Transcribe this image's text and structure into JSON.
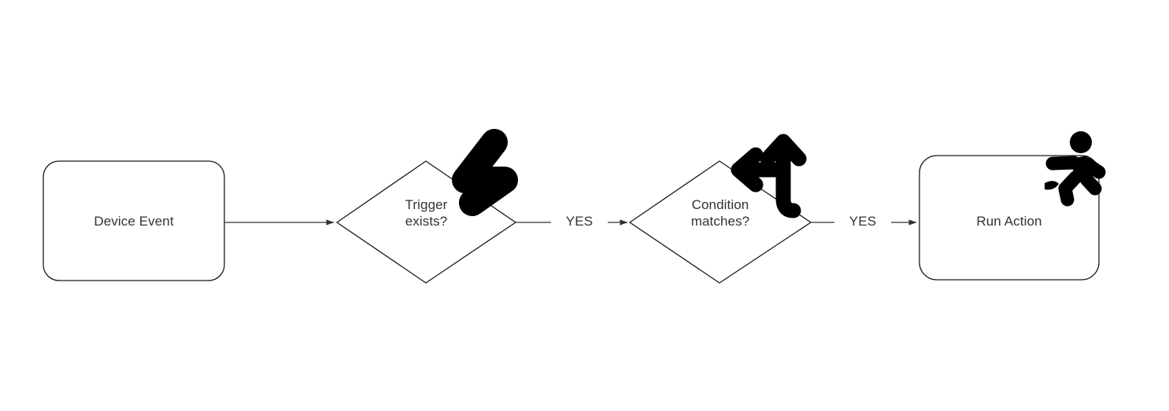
{
  "diagram": {
    "type": "flowchart",
    "orientation": "left-to-right",
    "background_color": "#ffffff",
    "stroke_color": "#1a1a1a",
    "text_color": "#333333",
    "icon_color": "#000000",
    "nodes": [
      {
        "id": "device-event",
        "shape": "rounded-rectangle",
        "label": "Device Event",
        "icon": null
      },
      {
        "id": "trigger-exists",
        "shape": "diamond",
        "label": "Trigger\nexists?",
        "icon": "lightning-bolt-icon"
      },
      {
        "id": "condition-matches",
        "shape": "diamond",
        "label": "Condition\nmatches?",
        "icon": "branch-arrows-icon"
      },
      {
        "id": "run-action",
        "shape": "rounded-rectangle",
        "label": "Run Action",
        "icon": "running-person-icon"
      }
    ],
    "edges": [
      {
        "id": "edge-1",
        "from": "device-event",
        "to": "trigger-exists",
        "label": ""
      },
      {
        "id": "edge-2",
        "from": "trigger-exists",
        "to": "condition-matches",
        "label": "YES"
      },
      {
        "id": "edge-3",
        "from": "condition-matches",
        "to": "run-action",
        "label": "YES"
      }
    ]
  }
}
